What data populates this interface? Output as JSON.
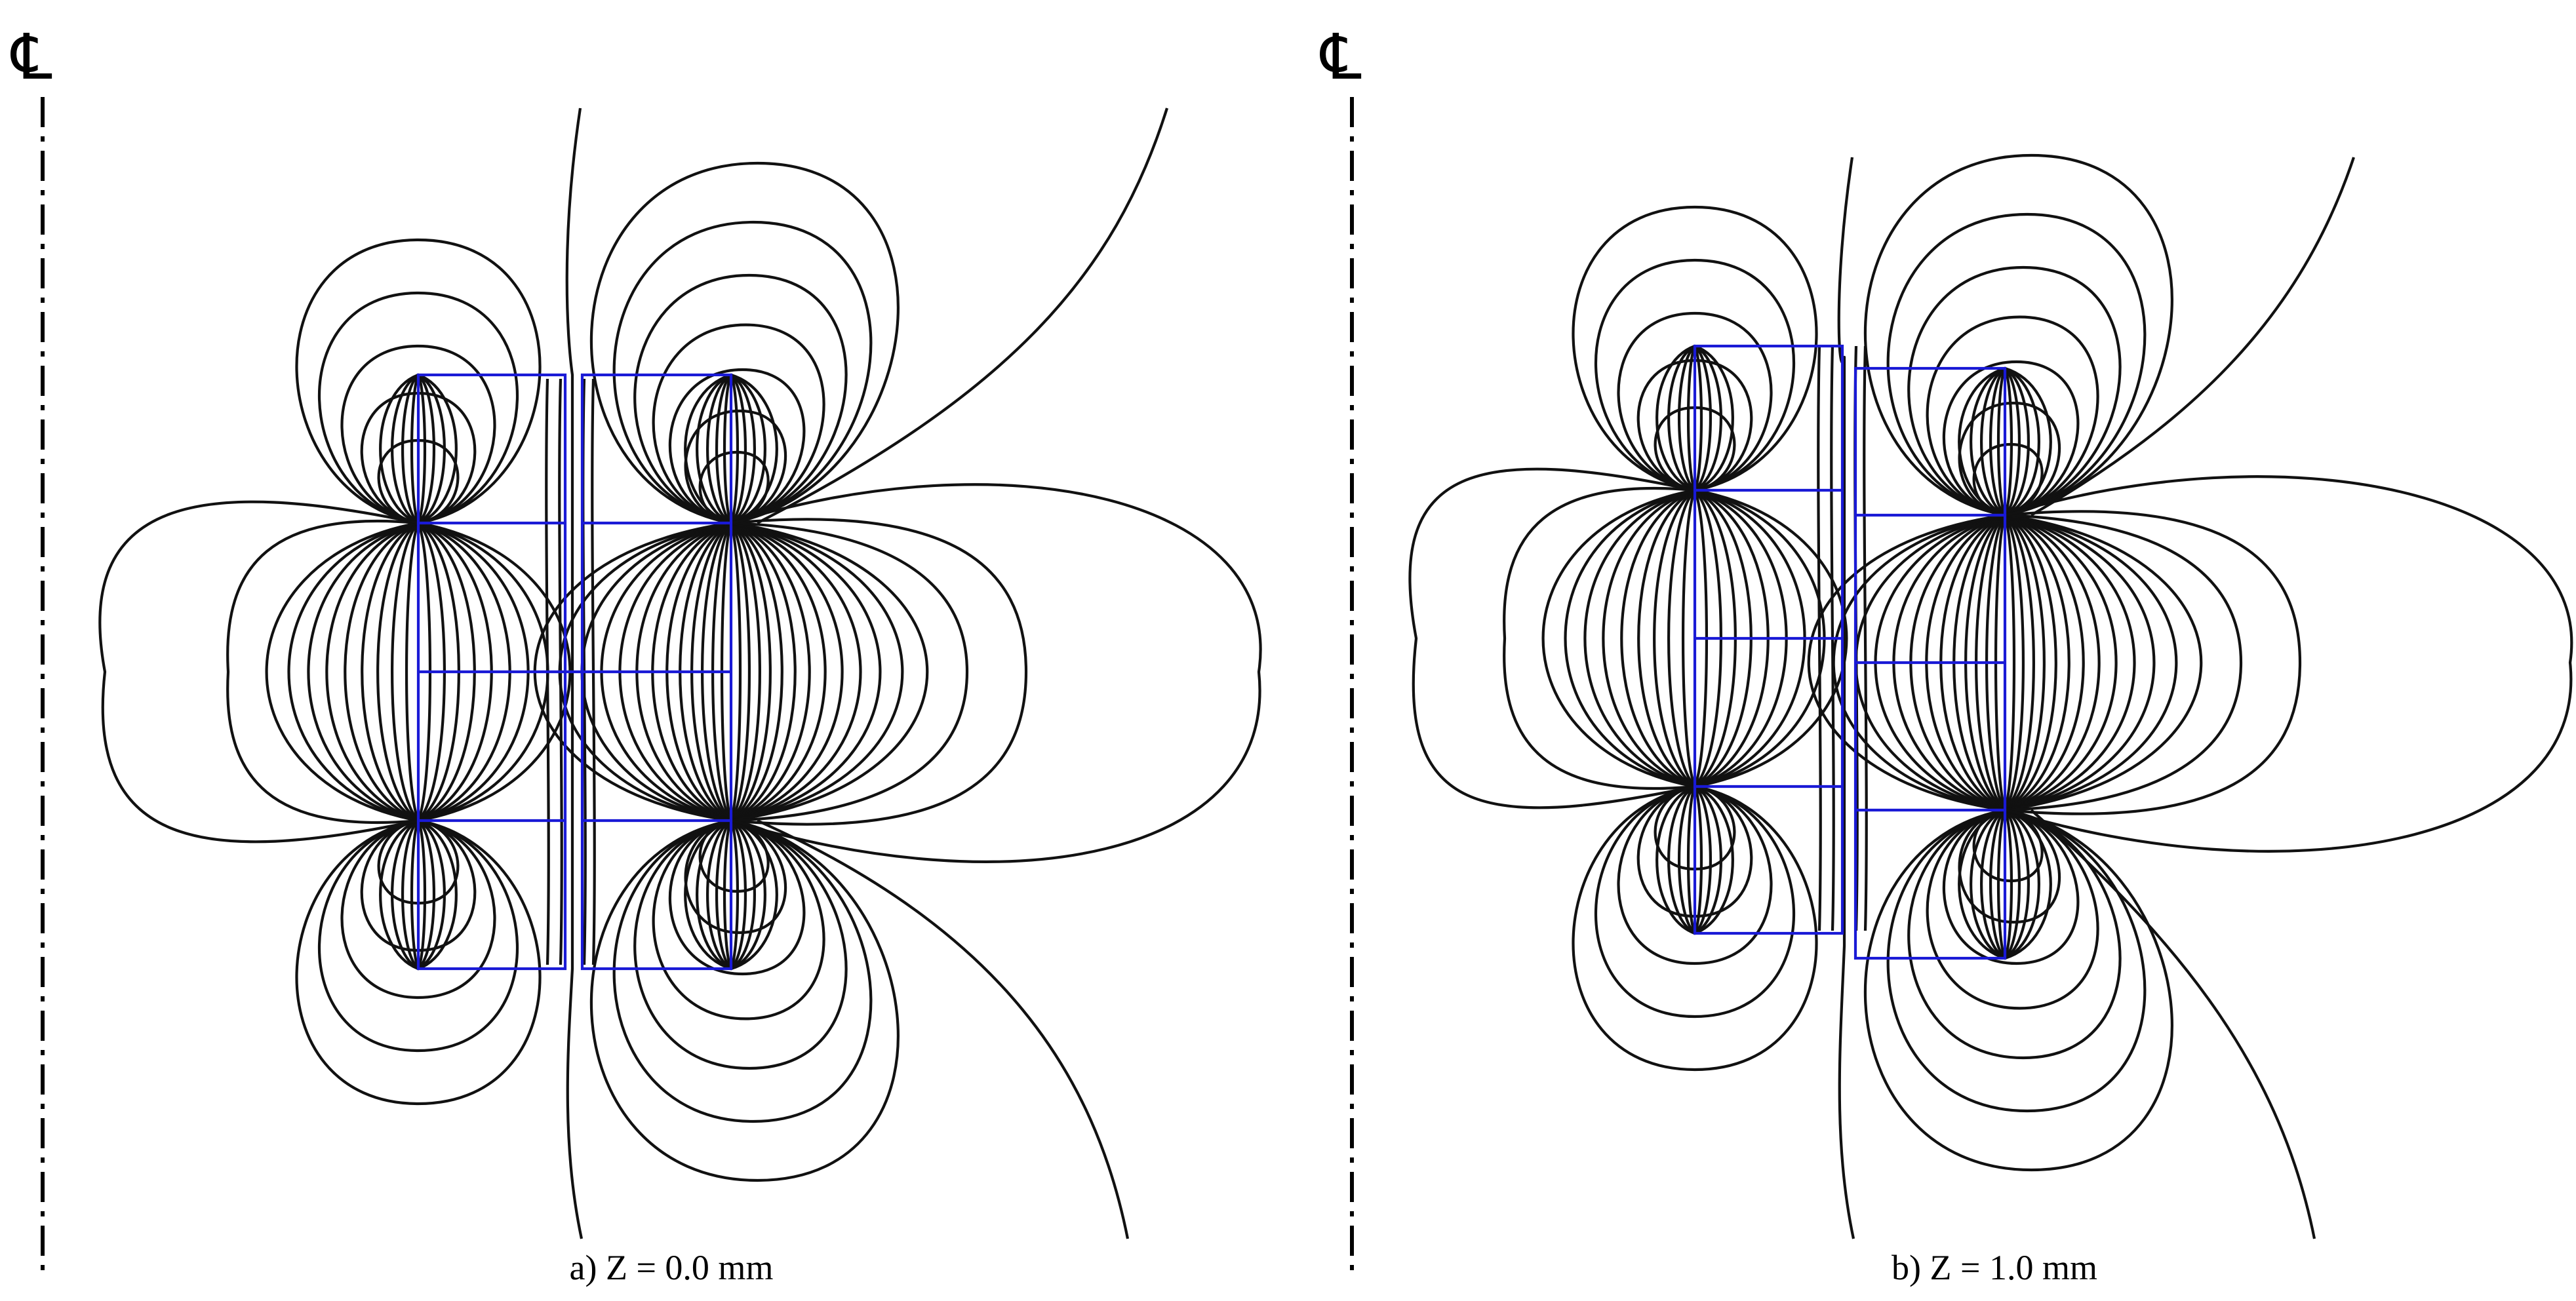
{
  "panels": [
    {
      "id": "a",
      "caption": "a) Z = 0.0 mm",
      "centerline_symbol": "℄",
      "z_offset_mm": 0.0
    },
    {
      "id": "b",
      "caption": "b) Z = 1.0 mm",
      "centerline_symbol": "℄",
      "z_offset_mm": 1.0
    }
  ],
  "colors": {
    "contour": "#111111",
    "magnet_outline": "#1a1ad6",
    "centerline": "#000000"
  }
}
